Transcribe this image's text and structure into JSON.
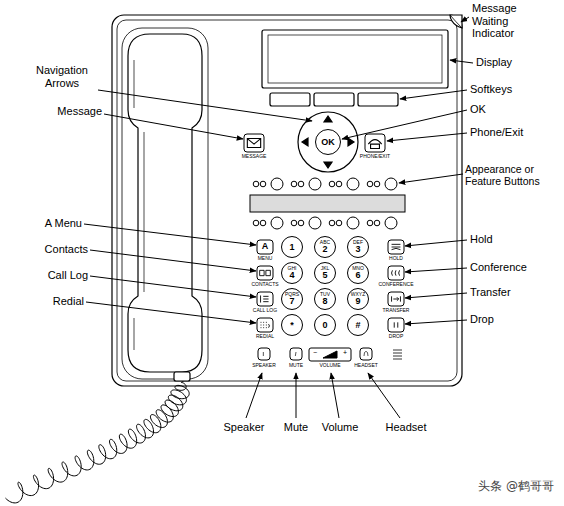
{
  "diagram": {
    "nodes": [
      {
        "text": [
          "OK"
        ]
      },
      {
        "text": [
          "1"
        ]
      },
      {
        "text": [
          "ABC",
          "2"
        ]
      },
      {
        "text": [
          "DEF",
          "3"
        ]
      },
      {
        "text": [
          "GHI",
          "4"
        ]
      },
      {
        "text": [
          "JKL",
          "5"
        ]
      },
      {
        "text": [
          "MNO",
          "6"
        ]
      },
      {
        "text": [
          "PQRS",
          "7"
        ]
      },
      {
        "text": [
          "TUV",
          "8"
        ]
      },
      {
        "text": [
          "WXYZ",
          "9"
        ]
      },
      {
        "text": [
          "*"
        ]
      },
      {
        "text": [
          "0"
        ]
      },
      {
        "text": [
          "#"
        ]
      }
    ],
    "labels": [
      "Message Waiting Indicator",
      "Display",
      "Navigation Arrows",
      "Softkeys",
      "OK",
      "Message",
      "Phone/Exit",
      "Appearance or Feature Buttons",
      "A Menu",
      "Hold",
      "Contacts",
      "Conference",
      "Call Log",
      "Transfer",
      "Redial",
      "Drop",
      "Speaker",
      "Mute",
      "Volume",
      "Headset",
      "MESSAGE",
      "PHONE/EXIT",
      "MENU",
      "CONTACTS",
      "CALL LOG",
      "REDIAL",
      "HOLD",
      "CONFERENCE",
      "TRANSFER",
      "DROP",
      "SPEAKER",
      "MUTE",
      "VOLUME",
      "HEADSET",
      "−",
      "+",
      "A",
      "头条 @鹤哥哥"
    ]
  }
}
